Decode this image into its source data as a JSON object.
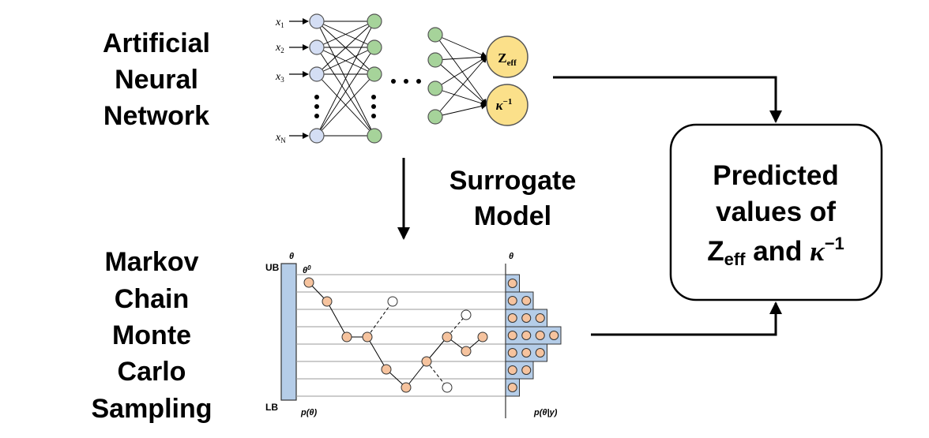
{
  "ann": {
    "title_lines": [
      "Artificial",
      "Neural",
      "Network"
    ],
    "inputs": [
      "x",
      "x",
      "x",
      "x"
    ],
    "input_subs": [
      "1",
      "2",
      "3",
      "N"
    ],
    "outputs": [
      {
        "main": "Z",
        "sub": "eff",
        "sup": ""
      },
      {
        "main": "κ",
        "sub": "",
        "sup": "−1"
      }
    ],
    "colors": {
      "input": "#d4def4",
      "hidden": "#a6d39a",
      "output": "#fbe08a"
    }
  },
  "surrogate": {
    "lines": [
      "Surrogate",
      "Model"
    ]
  },
  "mcmc": {
    "title_lines": [
      "Markov",
      "Chain",
      "Monte",
      "Carlo",
      "Sampling"
    ],
    "axis_theta": "θ",
    "theta0": "θ",
    "theta0_sup": "0",
    "ub": "UB",
    "lb": "LB",
    "prior": "p(θ)",
    "posterior": "p(θ|y)",
    "hist_counts": [
      1,
      2,
      3,
      4,
      3,
      2,
      1
    ],
    "colors": {
      "bar": "#b5cde8",
      "point": "#f6c39e",
      "rejected": "#ffffff"
    }
  },
  "result": {
    "line1": "Predicted",
    "line2": "values of",
    "z_main": "Z",
    "z_sub": "eff",
    "and": " and ",
    "kappa": "κ",
    "kappa_sup": "−1"
  }
}
